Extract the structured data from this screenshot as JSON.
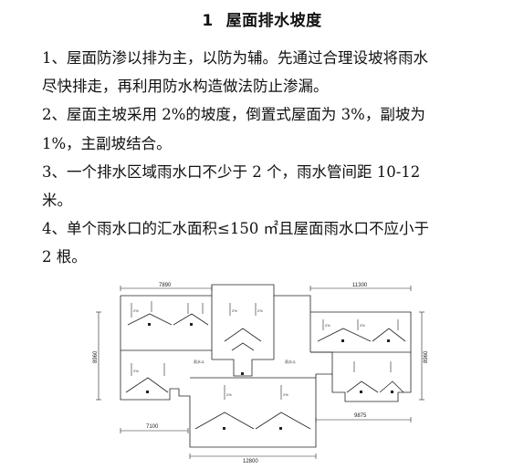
{
  "heading": {
    "number": "1",
    "title": "屋面排水坡度"
  },
  "paragraphs": [
    {
      "line1": "1、屋面防渗以排为主，以防为辅。先通过合理设坡将雨水",
      "line2": "尽快排走，再利用防水构造做法防止渗漏。"
    },
    {
      "line1": "2、屋面主坡采用 2%的坡度，倒置式屋面为 3%，副坡为",
      "line2": "1%，主副坡结合。"
    },
    {
      "line1": "3、一个排水区域雨水口不少于 2 个，雨水管间距 10-12",
      "line2": "米。"
    },
    {
      "line1": "4、单个雨水口的汇水面积≤150 ㎡且屋面雨水口不应小于",
      "line2": "2 根。"
    }
  ],
  "drawing": {
    "dimensions": {
      "top_left": "7890",
      "top_right": "11300",
      "left": "8960",
      "right": "8960",
      "bottom_left": "7100",
      "bottom_right": "9875",
      "bottom": "12800"
    },
    "slope_label": "2%",
    "drain_label": "雨水斗"
  }
}
